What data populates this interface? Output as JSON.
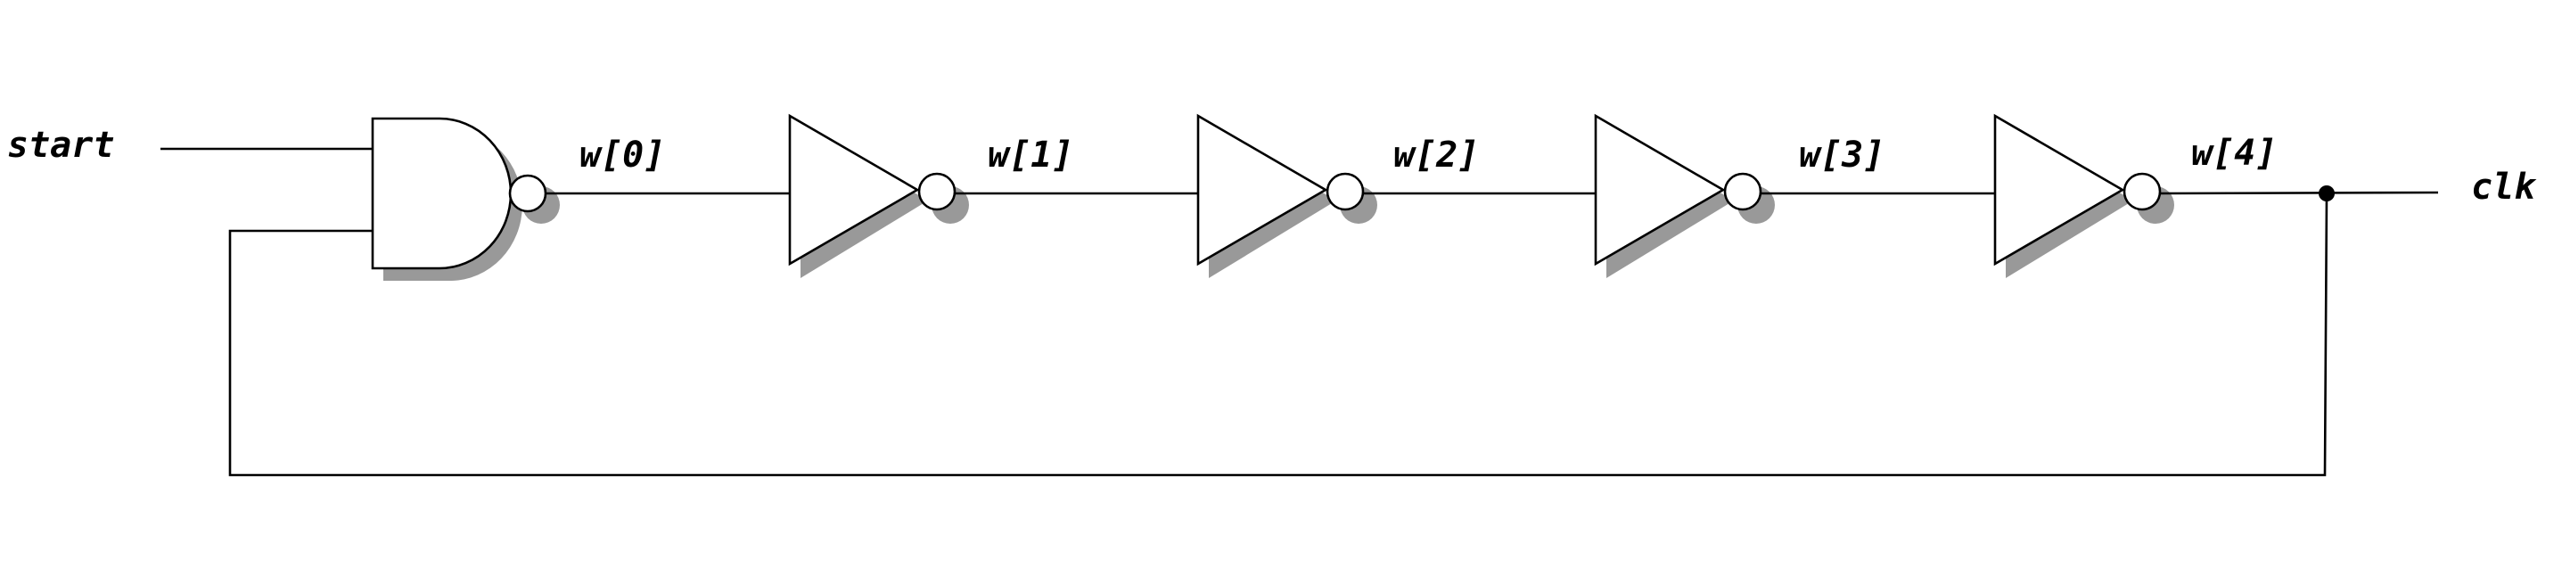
{
  "labels": {
    "input": "start",
    "output": "clk",
    "wires": [
      "w[0]",
      "w[1]",
      "w[2]",
      "w[3]",
      "w[4]"
    ]
  },
  "colors": {
    "shadow": "#999999",
    "line": "#000000",
    "background": "#ffffff"
  }
}
